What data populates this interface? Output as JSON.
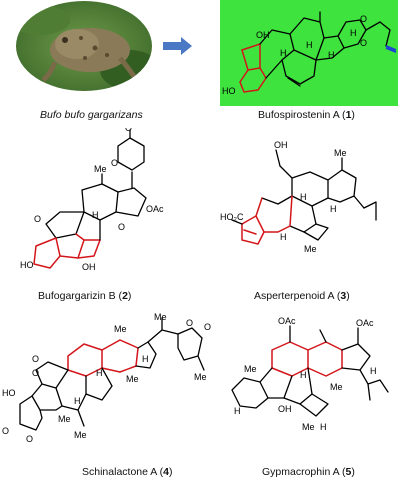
{
  "header": {
    "organism_caption": "Bufo bufo gargarizans",
    "arrow_color": "#4a78c4",
    "highlight_color": "#3ee33e"
  },
  "compounds": [
    {
      "name": "Bufospirostenin A",
      "number": "1"
    },
    {
      "name": "Bufogargarizin B",
      "number": "2"
    },
    {
      "name": "Asperterpenoid A",
      "number": "3"
    },
    {
      "name": "Schinalactone A",
      "number": "4"
    },
    {
      "name": "Gypmacrophin A",
      "number": "5"
    }
  ],
  "colors": {
    "ring_highlight": "#d4151a",
    "bonds": "#000000",
    "hetero_o_blue": "#1c3fd6",
    "spiro_label": "#e01010"
  },
  "atom_labels": {
    "m1": {
      "oh_top": "OH",
      "h1": "H",
      "h2": "H",
      "h3": "H",
      "h4": "H",
      "ho": "HO",
      "o1": "O",
      "o2": "O"
    },
    "m2": {
      "o_top": "O",
      "o_ring": "O",
      "me": "Me",
      "oac": "OAc",
      "h": "H",
      "o_ket": "O",
      "o_epox": "O",
      "ho": "HO",
      "oh": "OH"
    },
    "m3": {
      "oh": "OH",
      "me1": "Me",
      "me2": "Me",
      "h1": "H",
      "h2": "H",
      "h3": "H",
      "ho2c": "HO₂C"
    },
    "m4": {
      "me1": "Me",
      "me2": "Me",
      "h1": "H",
      "h2": "H",
      "o1": "O",
      "o2": "O",
      "o_lac": "O",
      "o_ket": "O",
      "me3": "Me",
      "me_ring": "Me",
      "ho": "HO",
      "o_btm": "O",
      "o_btm2": "O",
      "me4": "Me",
      "me5": "Me",
      "h3": "H"
    },
    "m5": {
      "oac1": "OAc",
      "oac2": "OAc",
      "me1": "Me",
      "me2": "Me",
      "h1": "H",
      "h2": "H",
      "h3": "H",
      "oh": "OH",
      "h4": "H",
      "me3": "Me"
    }
  }
}
